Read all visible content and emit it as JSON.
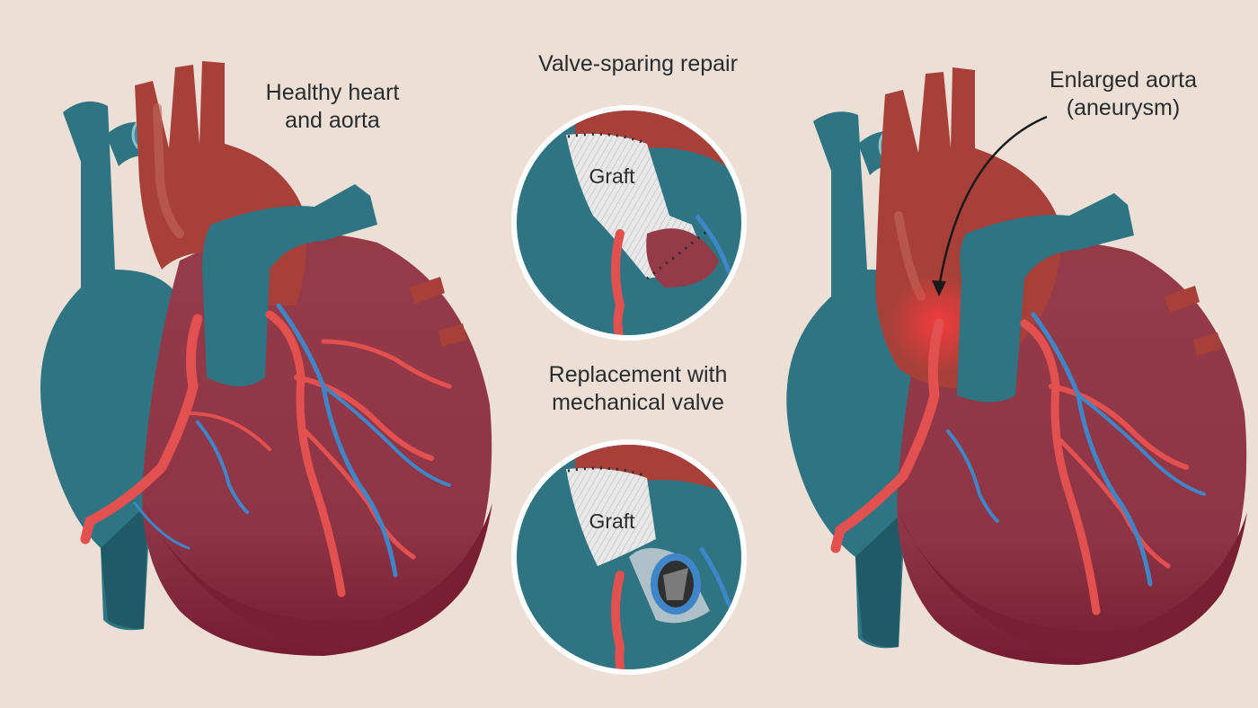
{
  "labels": {
    "healthy_line1": "Healthy heart",
    "healthy_line2": "and aorta",
    "valve_sparing": "Valve-sparing repair",
    "replacement_line1": "Replacement with",
    "replacement_line2": "mechanical valve",
    "enlarged_line1": "Enlarged aorta",
    "enlarged_line2": "(aneurysm)",
    "graft_top": "Graft",
    "graft_bottom": "Graft"
  },
  "colors": {
    "background": "#ece0d6",
    "vein_teal": "#2e7482",
    "vein_teal_dark": "#1f5a66",
    "aorta_red": "#a8403a",
    "heart_muscle": "#953b48",
    "heart_dark": "#7a1f33",
    "artery_red": "#e2514f",
    "vessel_blue": "#3f86c8",
    "graft_gray": "#e6e6e6",
    "aneurysm_glow": "#e03a3a"
  }
}
